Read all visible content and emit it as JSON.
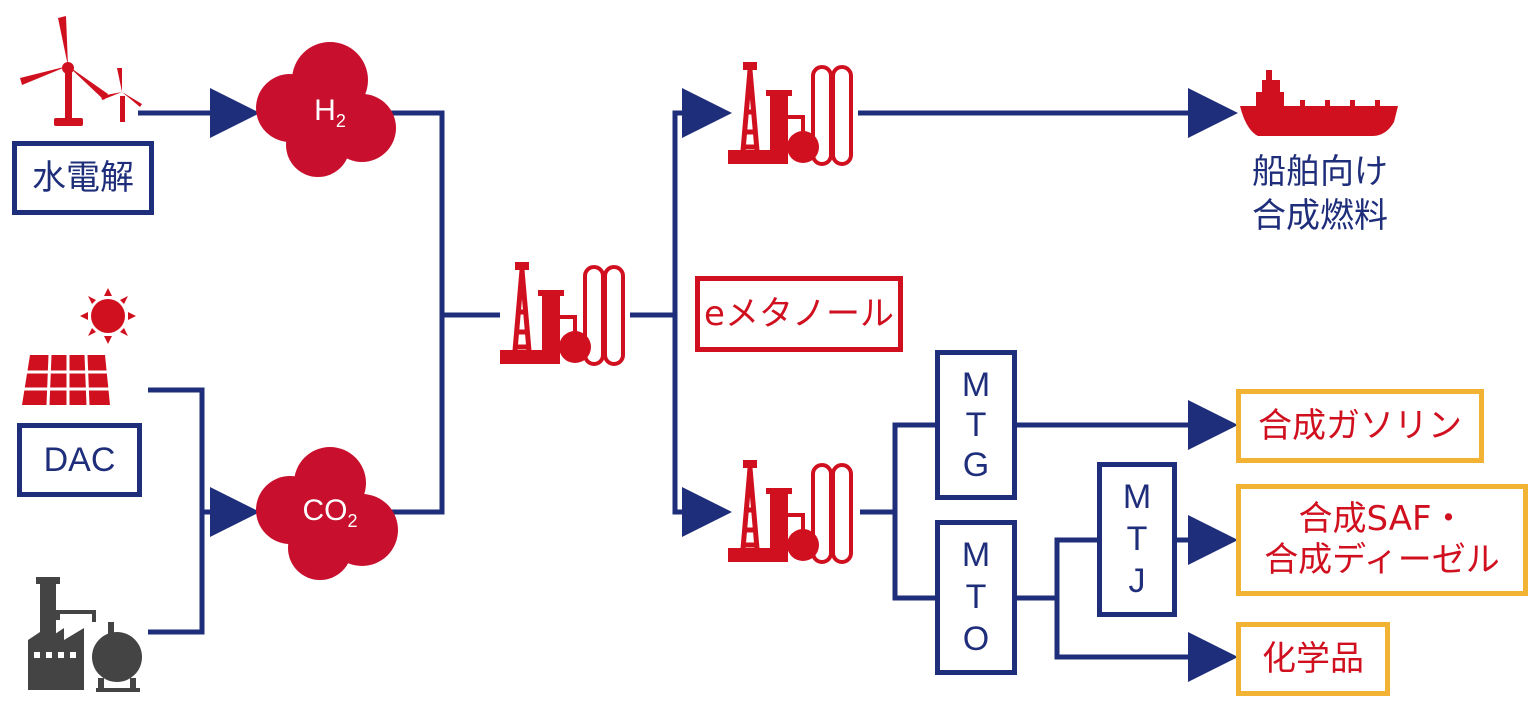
{
  "boxes": {
    "electrolysis": "水電解",
    "dac": "DAC",
    "e_methanol": "eメタノール",
    "synthetic_gasoline": "合成ガソリン",
    "saf_line1": "合成SAF・",
    "saf_line2": "合成ディーゼル",
    "chemicals": "化学品"
  },
  "molecules": {
    "h2_base": "H",
    "h2_sub": "2",
    "co2_base": "CO",
    "co2_sub": "2"
  },
  "processes": {
    "mtg": [
      "M",
      "T",
      "G"
    ],
    "mto": [
      "M",
      "T",
      "O"
    ],
    "mtj": [
      "M",
      "T",
      "J"
    ]
  },
  "ship_caption": {
    "line1": "船舶向け",
    "line2": "合成燃料"
  },
  "colors": {
    "navy": "#1f2e7a",
    "red": "#d0101f",
    "yellow": "#f2b233",
    "gray": "#444444"
  },
  "icons": [
    "wind-turbine-icon",
    "sun-icon",
    "solar-panel-icon",
    "factory-icon",
    "plant-icon",
    "ship-icon"
  ]
}
